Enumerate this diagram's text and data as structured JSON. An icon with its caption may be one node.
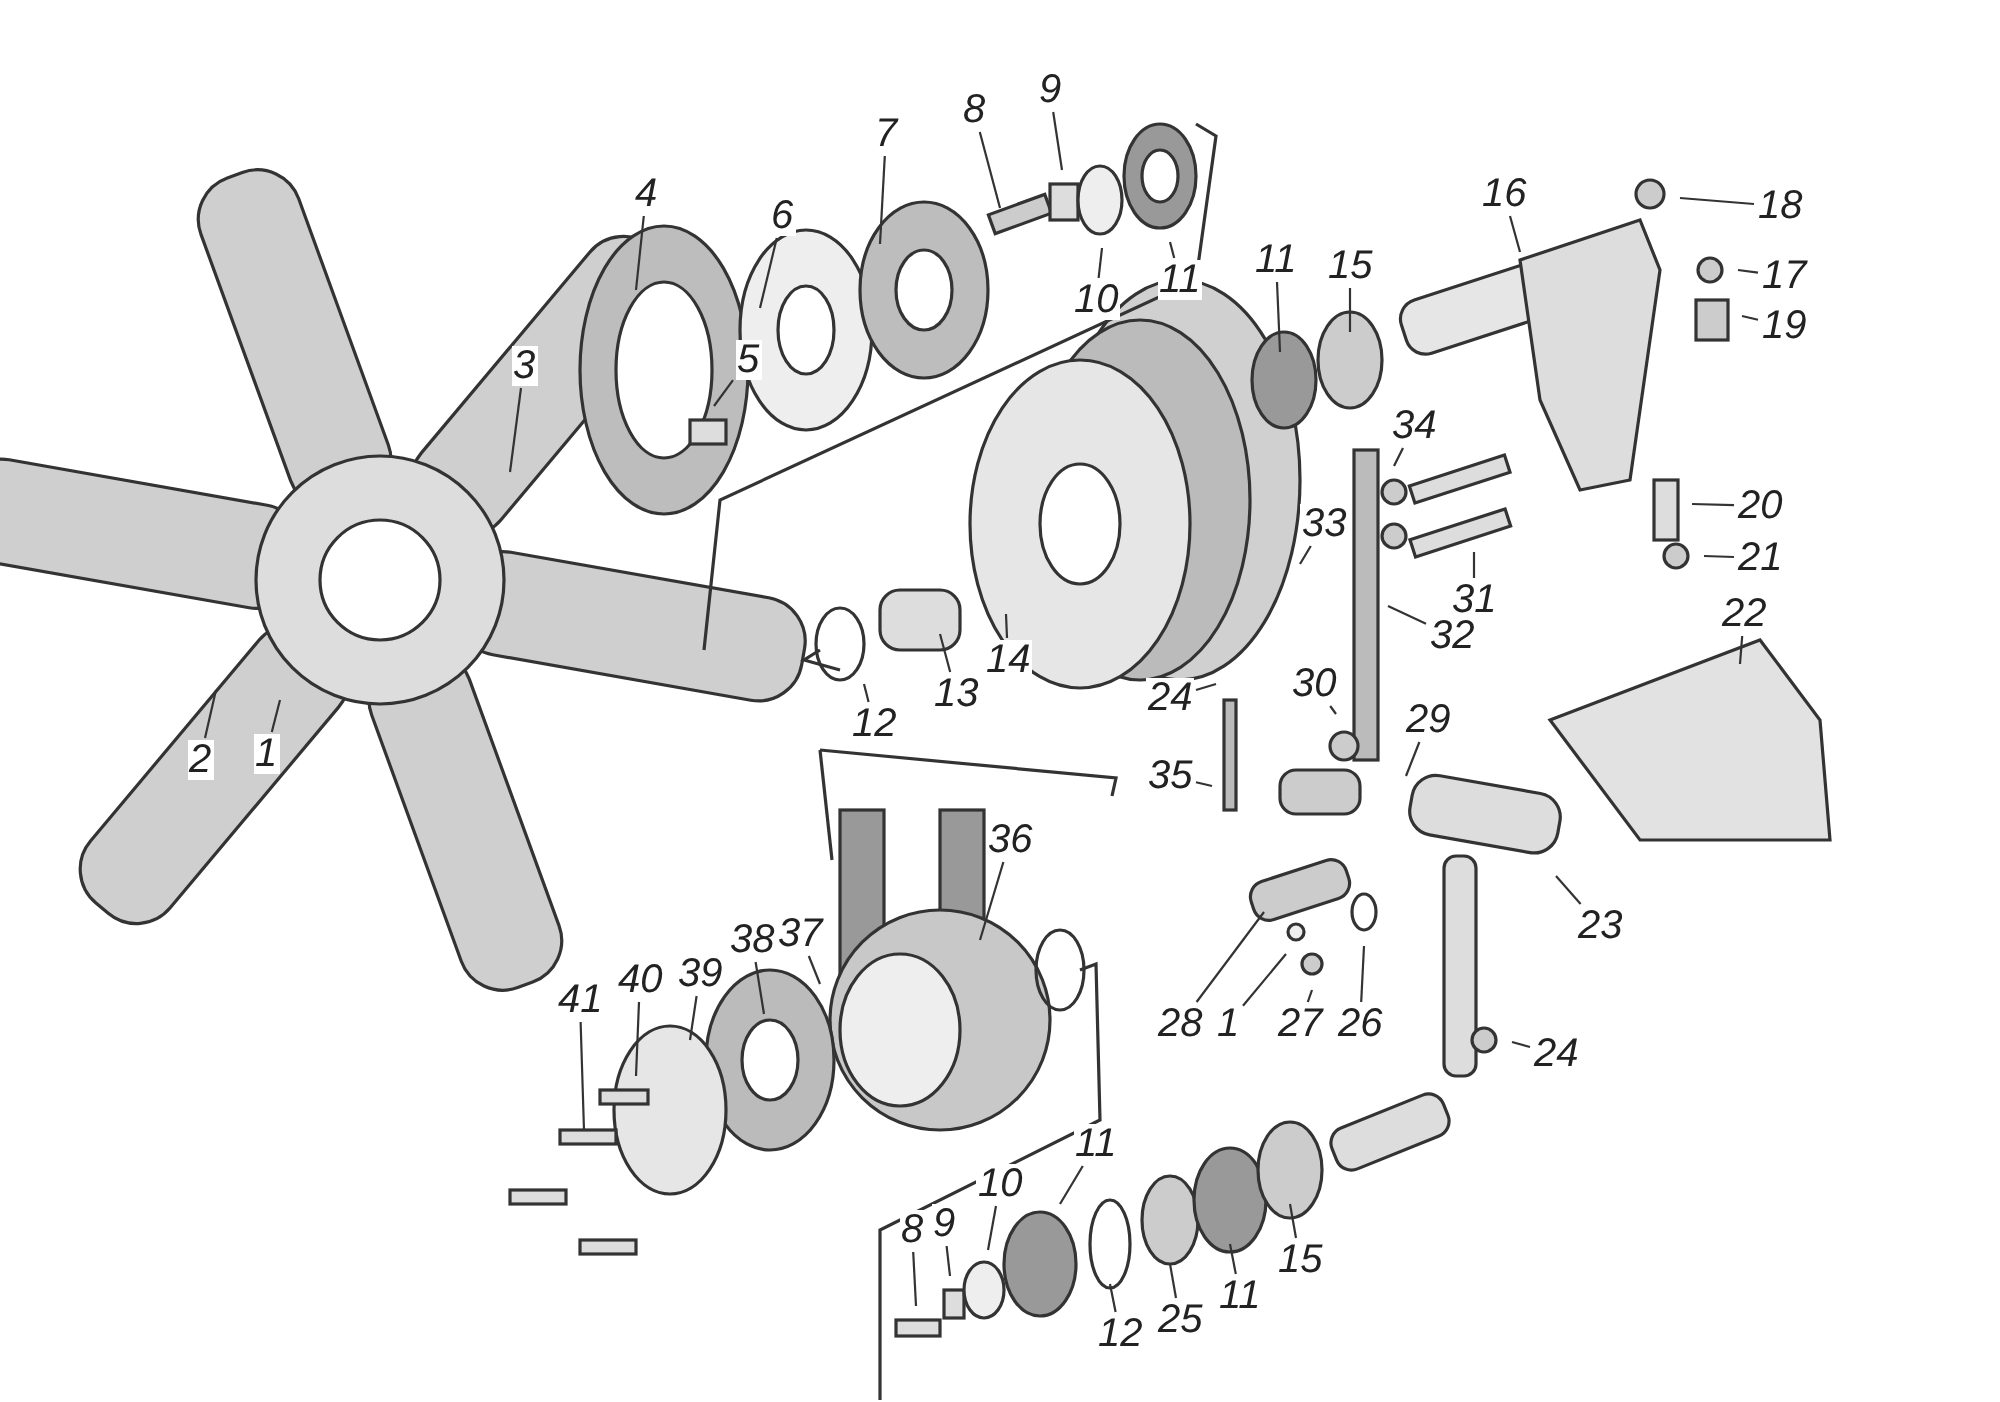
{
  "diagram": {
    "nodes": [
      {
        "text": [
          "4"
        ]
      },
      {
        "text": [
          "6"
        ]
      },
      {
        "text": [
          "7"
        ]
      },
      {
        "text": [
          "8"
        ]
      },
      {
        "text": [
          "9"
        ]
      },
      {
        "text": [
          "10"
        ]
      },
      {
        "text": [
          "11"
        ]
      },
      {
        "text": [
          "5"
        ]
      },
      {
        "text": [
          "3"
        ]
      },
      {
        "text": [
          "2"
        ]
      },
      {
        "text": [
          "1"
        ]
      },
      {
        "text": [
          "11"
        ]
      },
      {
        "text": [
          "15"
        ]
      },
      {
        "text": [
          "16"
        ]
      },
      {
        "text": [
          "18"
        ]
      },
      {
        "text": [
          "17"
        ]
      },
      {
        "text": [
          "19"
        ]
      },
      {
        "text": [
          "34"
        ]
      },
      {
        "text": [
          "33"
        ]
      },
      {
        "text": [
          "32"
        ]
      },
      {
        "text": [
          "31"
        ]
      },
      {
        "text": [
          "20"
        ]
      },
      {
        "text": [
          "21"
        ]
      },
      {
        "text": [
          "22"
        ]
      },
      {
        "text": [
          "12"
        ]
      },
      {
        "text": [
          "13"
        ]
      },
      {
        "text": [
          "14"
        ]
      },
      {
        "text": [
          "24"
        ]
      },
      {
        "text": [
          "30"
        ]
      },
      {
        "text": [
          "29"
        ]
      },
      {
        "text": [
          "35"
        ]
      },
      {
        "text": [
          "36"
        ]
      },
      {
        "text": [
          "37"
        ]
      },
      {
        "text": [
          "38"
        ]
      },
      {
        "text": [
          "39"
        ]
      },
      {
        "text": [
          "40"
        ]
      },
      {
        "text": [
          "41"
        ]
      },
      {
        "text": [
          "28"
        ]
      },
      {
        "text": [
          "1"
        ]
      },
      {
        "text": [
          "27"
        ]
      },
      {
        "text": [
          "26"
        ]
      },
      {
        "text": [
          "23"
        ]
      },
      {
        "text": [
          "24"
        ]
      },
      {
        "text": [
          "8"
        ]
      },
      {
        "text": [
          "9"
        ]
      },
      {
        "text": [
          "10"
        ]
      },
      {
        "text": [
          "11"
        ]
      },
      {
        "text": [
          "12"
        ]
      },
      {
        "text": [
          "25"
        ]
      },
      {
        "text": [
          "11"
        ]
      },
      {
        "text": [
          "15"
        ]
      }
    ],
    "edges": [
      {
        "from": 0,
        "to": null,
        "arrow": "none"
      },
      {
        "from": 1,
        "to": null,
        "arrow": "none"
      },
      {
        "from": 2,
        "to": null,
        "arrow": "none"
      },
      {
        "from": 3,
        "to": null,
        "arrow": "none"
      },
      {
        "from": 4,
        "to": null,
        "arrow": "none"
      },
      {
        "from": 5,
        "to": null,
        "arrow": "none"
      },
      {
        "from": 6,
        "to": null,
        "arrow": "none"
      },
      {
        "from": 7,
        "to": null,
        "arrow": "none"
      },
      {
        "from": 8,
        "to": null,
        "arrow": "none"
      },
      {
        "from": 9,
        "to": null,
        "arrow": "none"
      },
      {
        "from": 10,
        "to": null,
        "arrow": "none"
      },
      {
        "from": 11,
        "to": null,
        "arrow": "none"
      },
      {
        "from": 12,
        "to": null,
        "arrow": "none"
      },
      {
        "from": 13,
        "to": null,
        "arrow": "none"
      },
      {
        "from": 14,
        "to": null,
        "arrow": "none"
      },
      {
        "from": 15,
        "to": null,
        "arrow": "none"
      },
      {
        "from": 16,
        "to": null,
        "arrow": "none"
      },
      {
        "from": 17,
        "to": null,
        "arrow": "none"
      },
      {
        "from": 18,
        "to": null,
        "arrow": "none"
      },
      {
        "from": 19,
        "to": null,
        "arrow": "none"
      },
      {
        "from": 20,
        "to": null,
        "arrow": "none"
      },
      {
        "from": 21,
        "to": null,
        "arrow": "none"
      },
      {
        "from": 22,
        "to": null,
        "arrow": "none"
      },
      {
        "from": 23,
        "to": null,
        "arrow": "none"
      },
      {
        "from": 24,
        "to": null,
        "arrow": "none"
      },
      {
        "from": 25,
        "to": null,
        "arrow": "none"
      },
      {
        "from": 26,
        "to": null,
        "arrow": "none"
      },
      {
        "from": 27,
        "to": null,
        "arrow": "none"
      },
      {
        "from": 28,
        "to": null,
        "arrow": "none"
      },
      {
        "from": 29,
        "to": null,
        "arrow": "none"
      },
      {
        "from": 30,
        "to": null,
        "arrow": "none"
      },
      {
        "from": 31,
        "to": null,
        "arrow": "none"
      },
      {
        "from": 32,
        "to": null,
        "arrow": "none"
      },
      {
        "from": 33,
        "to": null,
        "arrow": "none"
      },
      {
        "from": 34,
        "to": null,
        "arrow": "none"
      },
      {
        "from": 35,
        "to": null,
        "arrow": "none"
      },
      {
        "from": 36,
        "to": null,
        "arrow": "none"
      },
      {
        "from": 37,
        "to": null,
        "arrow": "none"
      },
      {
        "from": 38,
        "to": null,
        "arrow": "none"
      },
      {
        "from": 39,
        "to": null,
        "arrow": "none"
      },
      {
        "from": 40,
        "to": null,
        "arrow": "none"
      },
      {
        "from": 41,
        "to": null,
        "arrow": "none"
      },
      {
        "from": 42,
        "to": null,
        "arrow": "none"
      },
      {
        "from": 43,
        "to": null,
        "arrow": "none"
      },
      {
        "from": 44,
        "to": null,
        "arrow": "none"
      },
      {
        "from": 45,
        "to": null,
        "arrow": "none"
      },
      {
        "from": 46,
        "to": null,
        "arrow": "none"
      },
      {
        "from": 47,
        "to": null,
        "arrow": "none"
      },
      {
        "from": 48,
        "to": null,
        "arrow": "none"
      },
      {
        "from": 49,
        "to": null,
        "arrow": "none"
      },
      {
        "from": 50,
        "to": null,
        "arrow": "none"
      }
    ]
  }
}
